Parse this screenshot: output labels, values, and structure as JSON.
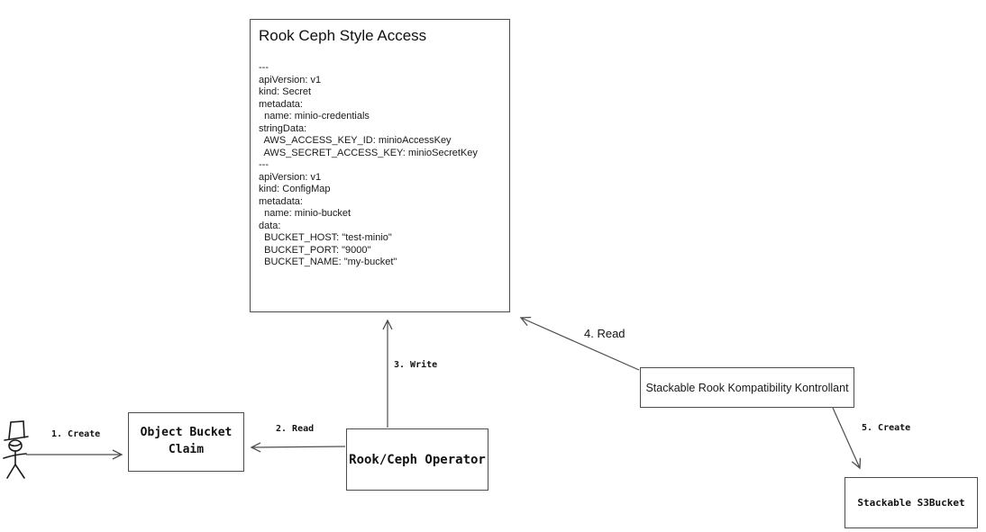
{
  "diagram": {
    "background_color": "#ffffff",
    "line_color": "#4d4d4d",
    "text_color": "#1a1a1a"
  },
  "icons": {
    "user": "person-top-hat-icon"
  },
  "spec_box": {
    "title": "Rook Ceph Style Access",
    "yaml": "---\napiVersion: v1\nkind: Secret\nmetadata:\n  name: minio-credentials\nstringData:\n  AWS_ACCESS_KEY_ID: minioAccessKey\n  AWS_SECRET_ACCESS_KEY: minioSecretKey\n---\napiVersion: v1\nkind: ConfigMap\nmetadata:\n  name: minio-bucket\ndata:\n  BUCKET_HOST: \"test-minio\"\n  BUCKET_PORT: \"9000\"\n  BUCKET_NAME: \"my-bucket\""
  },
  "nodes": {
    "object_bucket_claim": {
      "label": "Object Bucket Claim"
    },
    "rook_ceph_operator": {
      "label": "Rook/Ceph Operator"
    },
    "stackable_kontrollant": {
      "label": "Stackable Rook Kompatibility Kontrollant"
    },
    "stackable_s3bucket": {
      "label": "Stackable S3Bucket"
    }
  },
  "arrows": {
    "create_obc": {
      "label": "1. Create"
    },
    "read_obc": {
      "label": "2. Read"
    },
    "write_spec": {
      "label": "3. Write"
    },
    "read_spec": {
      "label": "4. Read"
    },
    "create_s3bucket": {
      "label": "5. Create"
    }
  }
}
